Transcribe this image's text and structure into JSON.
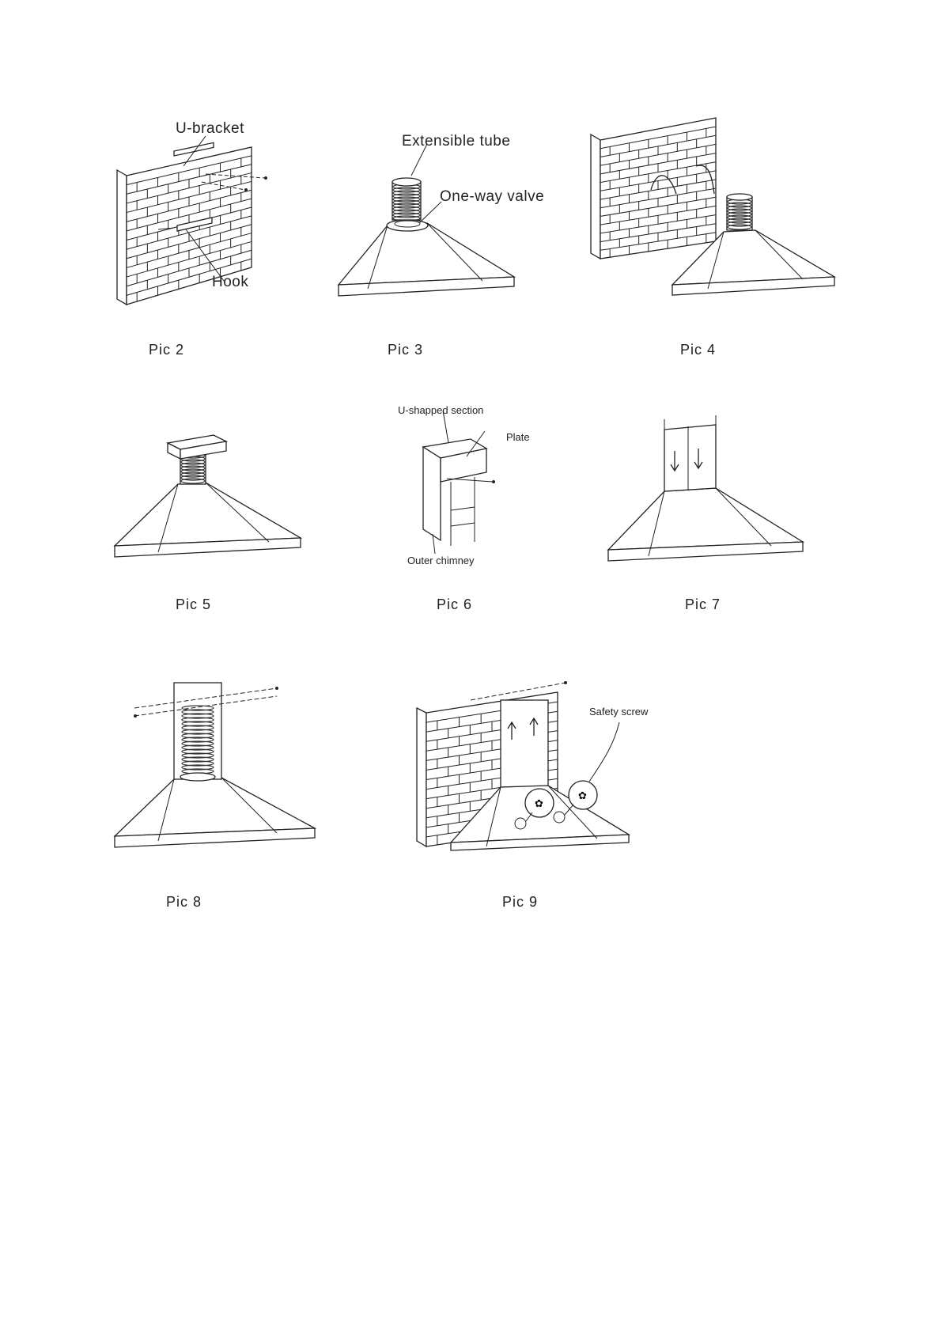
{
  "figures": [
    {
      "id": "pic2",
      "caption": "Pic 2",
      "labels": {
        "u_bracket": "U-bracket",
        "hook": "Hook"
      }
    },
    {
      "id": "pic3",
      "caption": "Pic 3",
      "labels": {
        "tube": "Extensible tube",
        "valve": "One-way valve"
      }
    },
    {
      "id": "pic4",
      "caption": "Pic 4",
      "labels": {}
    },
    {
      "id": "pic5",
      "caption": "Pic 5",
      "labels": {}
    },
    {
      "id": "pic6",
      "caption": "Pic 6",
      "labels": {
        "u_section": "U-shapped section",
        "plate": "Plate",
        "outer": "Outer chimney"
      }
    },
    {
      "id": "pic7",
      "caption": "Pic 7",
      "labels": {}
    },
    {
      "id": "pic8",
      "caption": "Pic 8",
      "labels": {}
    },
    {
      "id": "pic9",
      "caption": "Pic 9",
      "labels": {
        "safety": "Safety screw"
      }
    }
  ]
}
